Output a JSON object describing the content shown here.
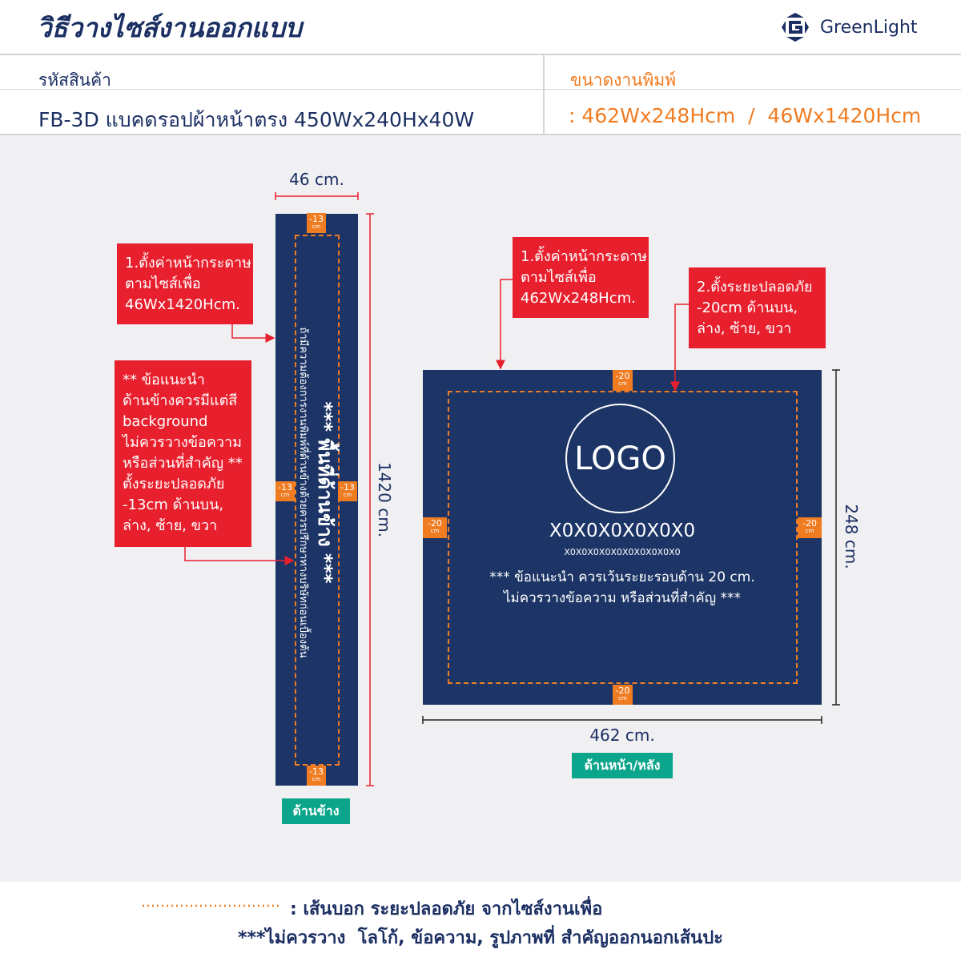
{
  "header": {
    "title": "วิธีวางไซส์งานออกแบบ",
    "brand": "GreenLight"
  },
  "info": {
    "code_label": "รหัสสินค้า",
    "code_value": "FB-3D แบคดรอปผ้าหน้าตรง 450Wx240Hx40W",
    "size_label": "ขนาดงานพิมพ์",
    "size_value": ": 462Wx248Hcm  /  46Wx1420Hcm"
  },
  "side_panel": {
    "width_dim": "46 cm.",
    "height_dim": "1420 cm.",
    "margin_value": "-13",
    "margin_unit": "cm",
    "title": "*** พื้นที่ด้านข้าง ***",
    "note": "ถ้ามีความต้องการงานพิมพ์ที่ด้านข้างด้วยควรปรึกษาทางบริษัทก่อนเบื้องต้น",
    "label": "ด้านข้าง"
  },
  "front_panel": {
    "width_dim": "462 cm.",
    "height_dim": "248 cm.",
    "margin_value": "-20",
    "margin_unit": "cm",
    "logo": "LOGO",
    "text_large": "X0X0X0X0X0X0",
    "text_small": "X0X0X0X0X0X0X0X0X0X0",
    "note_line1": "*** ข้อแนะนำ ควรเว้นระยะรอบด้าน 20 cm.",
    "note_line2": "ไม่ควรวางข้อความ หรือส่วนที่สำคัญ ***",
    "label": "ด้านหน้า/หลัง"
  },
  "callouts": [
    {
      "lines": [
        "1.ตั้งค่าหน้ากระดาษ",
        "ตามไซส์เพื่อ",
        "46Wx1420Hcm."
      ]
    },
    {
      "lines": [
        "** ข้อแนะนำ",
        "ด้านข้างควรมีแต่สี",
        "background",
        "ไม่ควรวางข้อความ",
        "หรือส่วนที่สำคัญ **",
        "ตั้งระยะปลอดภัย",
        "-13cm ด้านบน,",
        "ล่าง, ซ้าย, ขวา"
      ]
    },
    {
      "lines": [
        "1.ตั้งค่าหน้ากระดาษ",
        "ตามไซส์เพื่อ",
        "462Wx248Hcm."
      ]
    },
    {
      "lines": [
        "2.ตั้งระยะปลอดภัย",
        "-20cm ด้านบน,",
        "ล่าง, ซ้าย, ขวา"
      ]
    }
  ],
  "footer": {
    "line1": ": เส้นบอก ระยะปลอดภัย จากไซส์งานเพื่อ",
    "line2": "***ไม่ควรวาง  โลโก้, ข้อความ, รูปภาพที่ สำคัญออกนอกเส้นปะ"
  },
  "colors": {
    "navy": "#1c3566",
    "orange": "#f07c22",
    "red": "#e8202e",
    "green": "#0aa58a"
  }
}
